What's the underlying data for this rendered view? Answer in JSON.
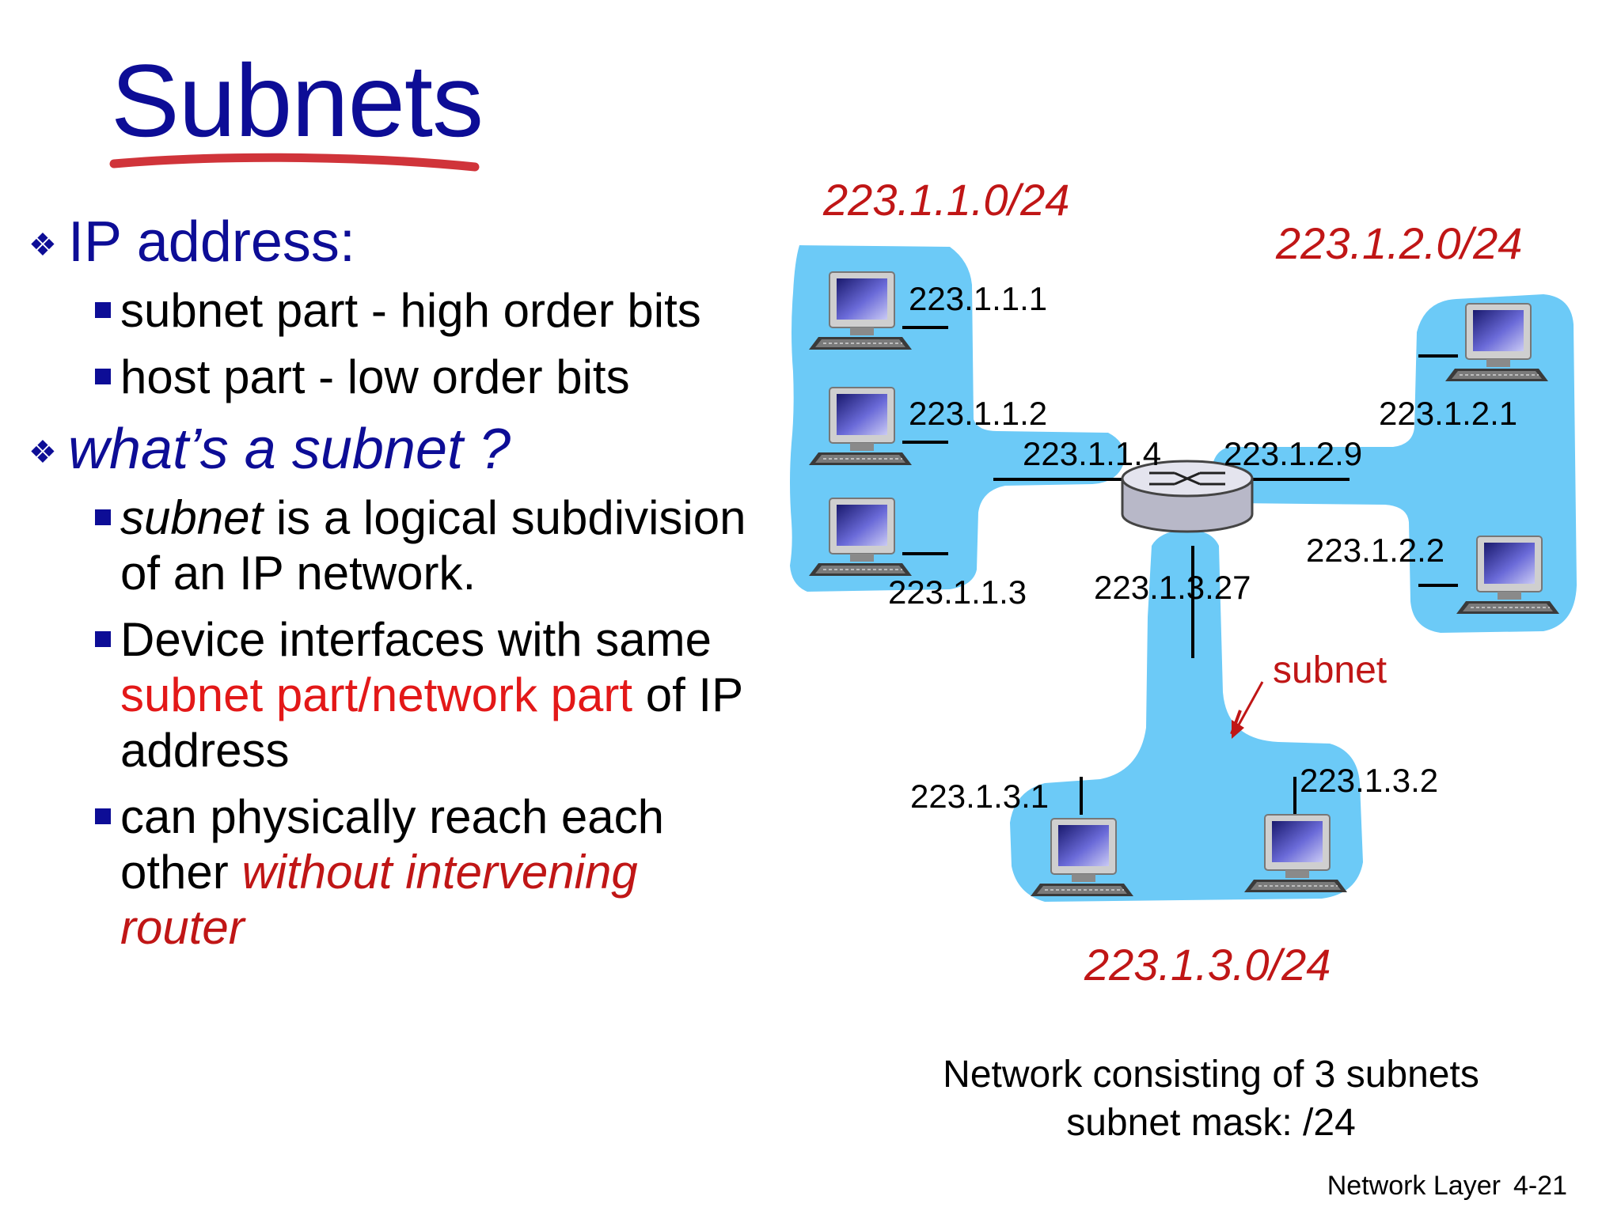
{
  "title": "Subnets",
  "bullets": {
    "b1": {
      "label": "IP address:",
      "sub1": "subnet part - high order bits",
      "sub2": "host part - low order bits"
    },
    "b2": {
      "label": "what’s a subnet ?",
      "sub1_italic": "subnet",
      "sub1_rest": " is a logical subdivision of an IP network.",
      "sub2_pre": "Device interfaces with same ",
      "sub2_red": "subnet part/network part",
      "sub2_post": " of IP address",
      "sub3_pre": "can physically reach each other ",
      "sub3_red": "without intervening router"
    }
  },
  "diagram": {
    "subnet_labels": [
      "223.1.1.0/24",
      "223.1.2.0/24",
      "223.1.3.0/24"
    ],
    "interfaces": {
      "h111": "223.1.1.1",
      "h112": "223.1.1.2",
      "h113": "223.1.1.3",
      "r114": "223.1.1.4",
      "r129": "223.1.2.9",
      "h121": "223.1.2.1",
      "h122": "223.1.2.2",
      "r1327": "223.1.3.27",
      "h131": "223.1.3.1",
      "h132": "223.1.3.2"
    },
    "subnet_pointer": "subnet",
    "colors": {
      "cloud": "#6ccaf7",
      "router_body": "#d7d7e4",
      "title_blue": "#0d0d96",
      "label_red": "#c01616"
    },
    "icons": [
      "desktop-computer-icon",
      "router-icon"
    ]
  },
  "caption": {
    "line1": "Network consisting of 3 subnets",
    "line2": "subnet mask: /24"
  },
  "footer": {
    "chapter": "Network Layer",
    "page": "4-21"
  }
}
